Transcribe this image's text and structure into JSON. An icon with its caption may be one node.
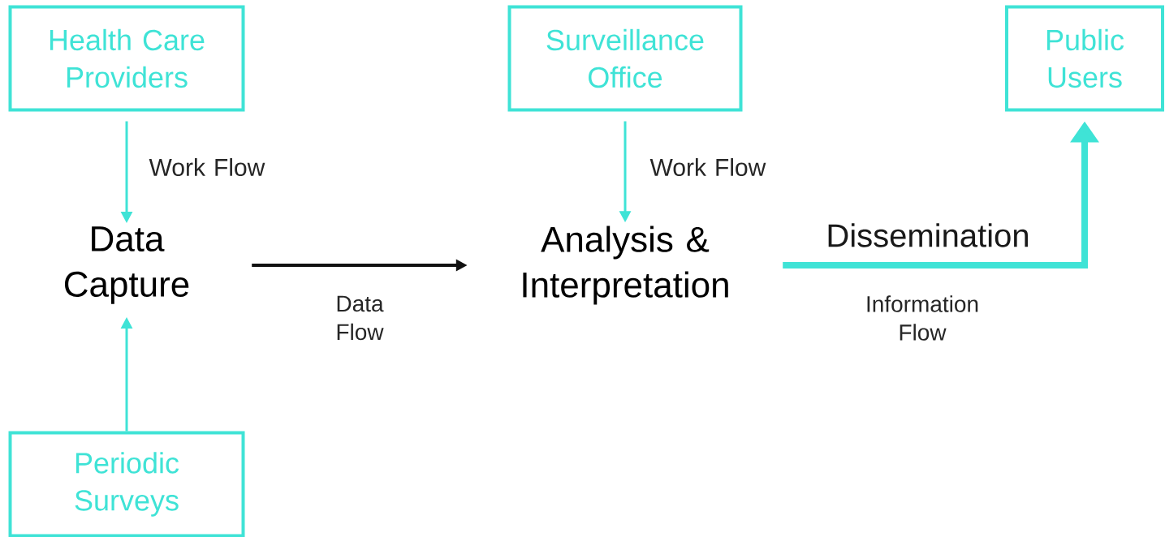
{
  "diagram": {
    "nodes": [
      {
        "text": [
          "Health Care Providers"
        ]
      },
      {
        "text": [
          "Surveillance Office"
        ]
      },
      {
        "text": [
          "Public Users"
        ]
      },
      {
        "text": [
          "Data Capture"
        ]
      },
      {
        "text": [
          "Analysis & Interpretation"
        ]
      },
      {
        "text": [
          "Periodic Surveys"
        ]
      }
    ],
    "edges": [
      {
        "from": 0,
        "to": 3,
        "arrow": "to",
        "label": "Work Flow"
      },
      {
        "from": 1,
        "to": 4,
        "arrow": "to",
        "label": "Work Flow"
      },
      {
        "from": 3,
        "to": 4,
        "arrow": "to",
        "label": "Data Flow",
        "color": "#111111"
      },
      {
        "from": 4,
        "to": 2,
        "arrow": "to",
        "label": "Information Flow",
        "style": "thick"
      },
      {
        "from": 5,
        "to": 3,
        "arrow": "to"
      }
    ],
    "labels": [
      "Dissemination"
    ]
  }
}
